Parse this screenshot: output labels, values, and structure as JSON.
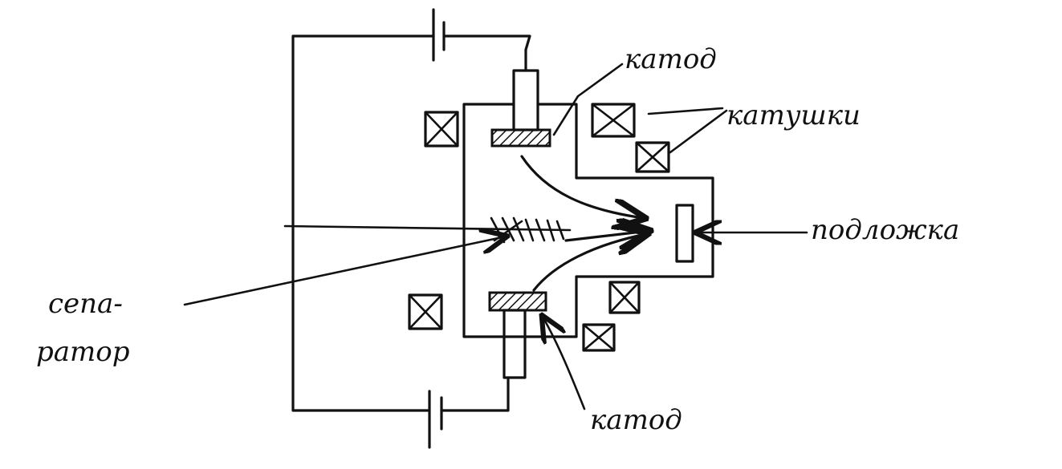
{
  "labels": {
    "cathode_top": "катод",
    "coils": "катушки",
    "substrate": "подложка",
    "separator_line1": "сепа-",
    "separator_line2": "ратор",
    "cathode_bottom": "катод"
  },
  "colors": {
    "ink": "#111111",
    "paper": "#ffffff"
  }
}
